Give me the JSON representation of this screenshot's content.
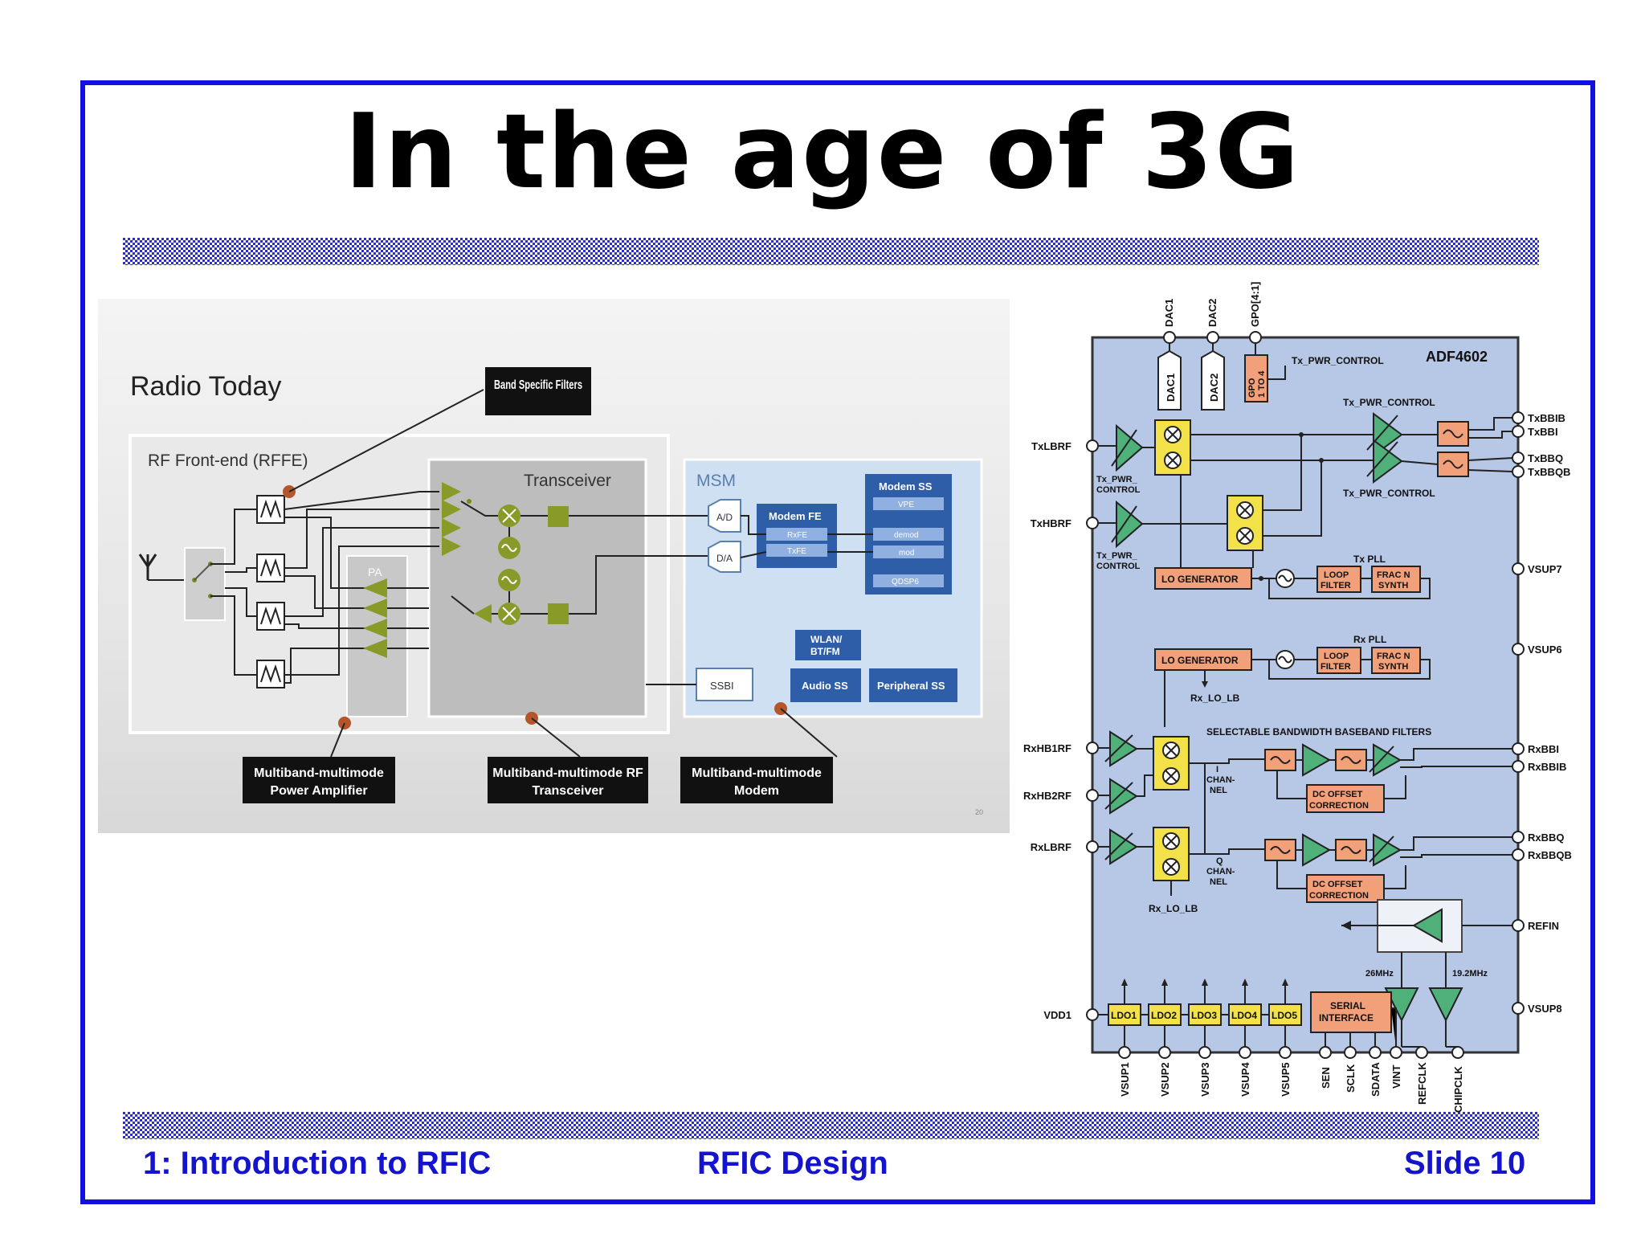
{
  "slide": {
    "title": "In the age of 3G",
    "footer_left": "1: Introduction to RFIC",
    "footer_center": "RFIC Design",
    "footer_right": "Slide 10"
  },
  "radio_figure": {
    "heading": "Radio Today",
    "rffe_label": "RF Front-end (RFFE)",
    "pa_label": "PA",
    "transceiver_label": "Transceiver",
    "msm_label": "MSM",
    "callout_filters": "Band Specific Filters",
    "callout_pa": [
      "Multiband-multimode",
      "Power Amplifier"
    ],
    "callout_rf": [
      "Multiband-multimode RF",
      "Transceiver"
    ],
    "callout_modem": [
      "Multiband-multimode",
      "Modem"
    ],
    "ad": "A/D",
    "da": "D/A",
    "modem_fe": "Modem FE",
    "rxfe": "RxFE",
    "txfe": "TxFE",
    "modem_ss": "Modem SS",
    "vpe": "VPE",
    "demod": "demod",
    "mod": "mod",
    "qdsp": "QDSP6",
    "wlan": [
      "WLAN/",
      "BT/FM"
    ],
    "audio": "Audio SS",
    "peripheral": "Peripheral SS",
    "ssbi": "SSBI",
    "page_no": "20"
  },
  "schematic": {
    "chip": "ADF4602",
    "top_pins": [
      "DAC1",
      "DAC2",
      "GPO[4:1]"
    ],
    "dac1": "DAC1",
    "dac2": "DAC2",
    "gpo_block": [
      "GPO",
      "1 TO 4"
    ],
    "tx_pwr_control": "Tx_PWR_CONTROL",
    "tx_pwr_control_split": [
      "Tx_PWR_",
      "CONTROL"
    ],
    "left_pins": [
      "TxLBRF",
      "TxHBRF",
      "RxHB1RF",
      "RxHB2RF",
      "RxLBRF",
      "VDD1"
    ],
    "right_pins": [
      "TxBBIB",
      "TxBBI",
      "TxBBQ",
      "TxBBQB",
      "VSUP7",
      "VSUP6",
      "RxBBI",
      "RxBBIB",
      "RxBBQ",
      "RxBBQB",
      "REFIN",
      "VSUP8"
    ],
    "bottom_pins": [
      "VSUP1",
      "VSUP2",
      "VSUP3",
      "VSUP4",
      "VSUP5",
      "SEN",
      "SCLK",
      "SDATA",
      "VINT",
      "REFCLK",
      "CHIPCLK"
    ],
    "lo_generator": "LO GENERATOR",
    "tx_pll": "Tx PLL",
    "rx_pll": "Rx PLL",
    "loop_filter": [
      "LOOP",
      "FILTER"
    ],
    "frac_n": [
      "FRAC N",
      "SYNTH"
    ],
    "rx_lo_lb": "Rx_LO_LB",
    "bb_filters": "SELECTABLE BANDWIDTH BASEBAND FILTERS",
    "i_channel": [
      "I",
      "CHAN-",
      "NEL"
    ],
    "q_channel": [
      "Q",
      "CHAN-",
      "NEL"
    ],
    "dc_offset": [
      "DC OFFSET",
      "CORRECTION"
    ],
    "ldos": [
      "LDO1",
      "LDO2",
      "LDO3",
      "LDO4",
      "LDO5"
    ],
    "serial": [
      "SERIAL",
      "INTERFACE"
    ],
    "clk_26": "26MHz",
    "clk_19": "19.2MHz"
  }
}
